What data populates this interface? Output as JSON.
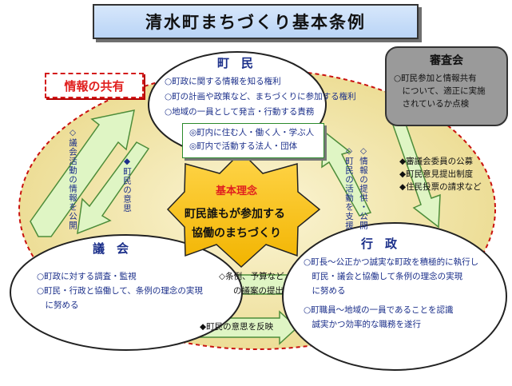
{
  "title": "清水町まちづくり基本条例",
  "info_sharing": "情報の共有",
  "review_board": {
    "title": "審査会",
    "lines": [
      "○町民参加と情報共有",
      "　について、適正に実施",
      "　されているか点検"
    ]
  },
  "citizens": {
    "title": "町　民",
    "items": [
      "○町政に関する情報を知る権利",
      "○町の計画や政策など、まちづくりに参加する権利",
      "○地域の一員として発言・行動する責務"
    ],
    "groups": [
      "◎町内に住む人・働く人・学ぶ人",
      "◎町内で活動する法人・団体"
    ]
  },
  "council": {
    "title": "議　会",
    "items": [
      "○町政に対する調査・監視",
      "○町民・行政と協働して、条例の理念の実現",
      "　に努める"
    ]
  },
  "administration": {
    "title": "行　政",
    "items": [
      "○町長～公正かつ誠実な町政を積極的に執行し",
      "　町民・議会と協働して条例の理念の実現",
      "　に努める",
      "○町職員～地域の一員であることを認識",
      "　誠実かつ効率的な職務を遂行"
    ]
  },
  "core": {
    "heading": "基本理念",
    "line1": "町民誰もが参加する",
    "line2": "協働のまちづくり"
  },
  "arrows": {
    "council_to_citizens": "◇議会活動の情報を公開",
    "citizens_to_council": "◆町民の意思",
    "admin_to_citizens_1": "◇情報の提供・公開",
    "admin_to_citizens_2": "◇町民の活動を支援",
    "citizens_to_admin": [
      "◆審議会委員の公募",
      "◆町民意見提出制度",
      "◆住民投票の請求など"
    ],
    "admin_to_council_1": "◇条例、予算など",
    "admin_to_council_2": "の議案の提出",
    "council_to_admin": "◆町民の意思を反映"
  },
  "colors": {
    "title_bg": "#c8ddf8",
    "outer_ellipse": "#f3e7a8",
    "star": "#f7c31a",
    "arrow_fill": "#dff5c4",
    "arrow_stroke": "#4d8d3a",
    "text": "#1b2f8a",
    "accent_red": "#e0201f",
    "review_bg": "#9a9a9a"
  }
}
